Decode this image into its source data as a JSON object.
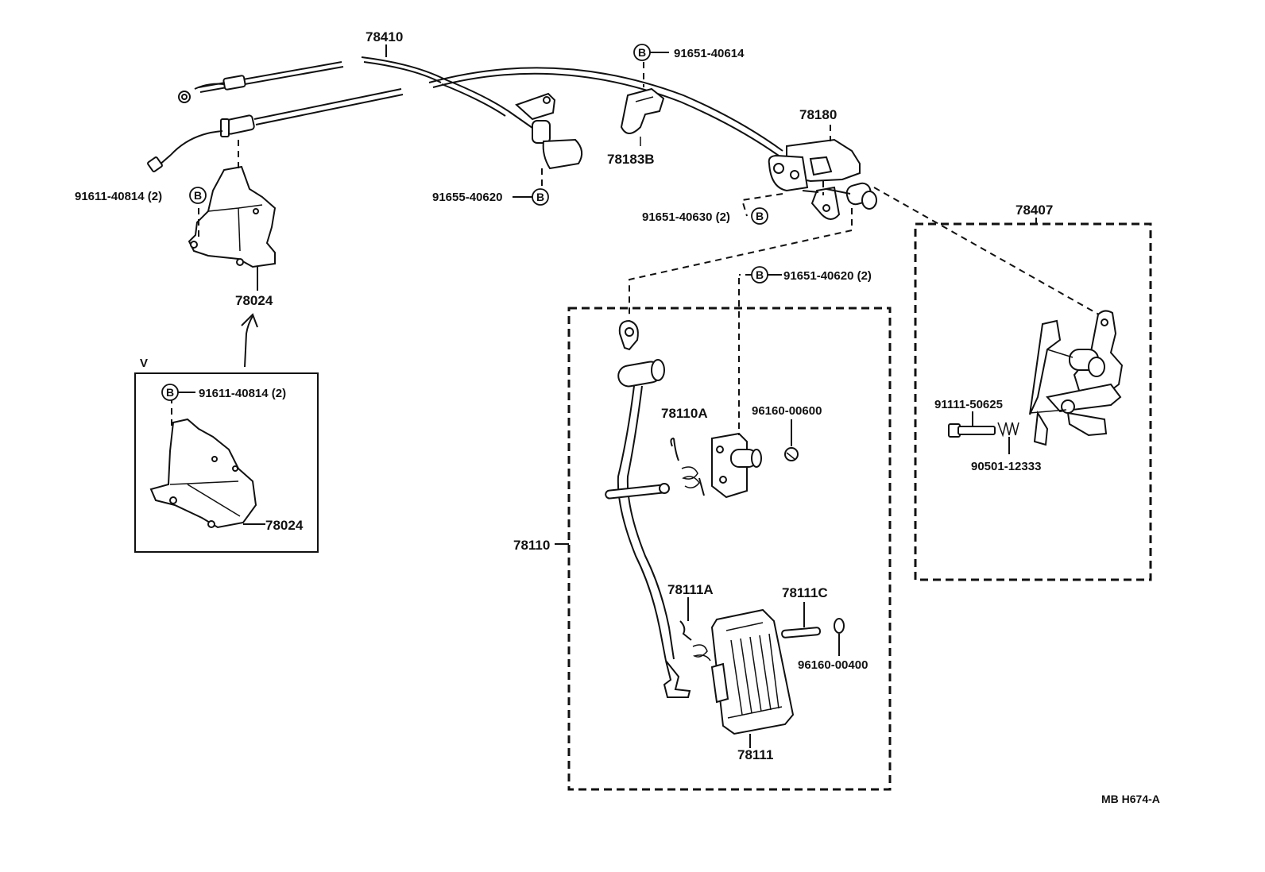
{
  "diagram": {
    "code": "MB H674-A",
    "view_marker": "V",
    "bolt_marker": "B",
    "labels": {
      "cable_78410": "78410",
      "bolt_91651_40614": "91651-40614",
      "bracket_78180": "78180",
      "clip_78183b": "78183B",
      "bolt_91611_40814_top": "91611-40814 (2)",
      "bolt_91655_40620": "91655-40620",
      "bolt_91651_40630": "91651-40630 (2)",
      "bracket_78024_top": "78024",
      "link_78407": "78407",
      "bolt_91651_40620": "91651-40620 (2)",
      "bolt_91611_40814_view": "91611-40814 (2)",
      "spring_78110a": "78110A",
      "ring_96160_00600": "96160-00600",
      "bolt_91111_50625": "91111-50625",
      "spring_90501_12333": "90501-12333",
      "bracket_78024_view": "78024",
      "pedal_assy_78110": "78110",
      "spring_78111a": "78111A",
      "pin_78111c": "78111C",
      "ring_96160_00400": "96160-00400",
      "pedal_78111": "78111"
    }
  }
}
